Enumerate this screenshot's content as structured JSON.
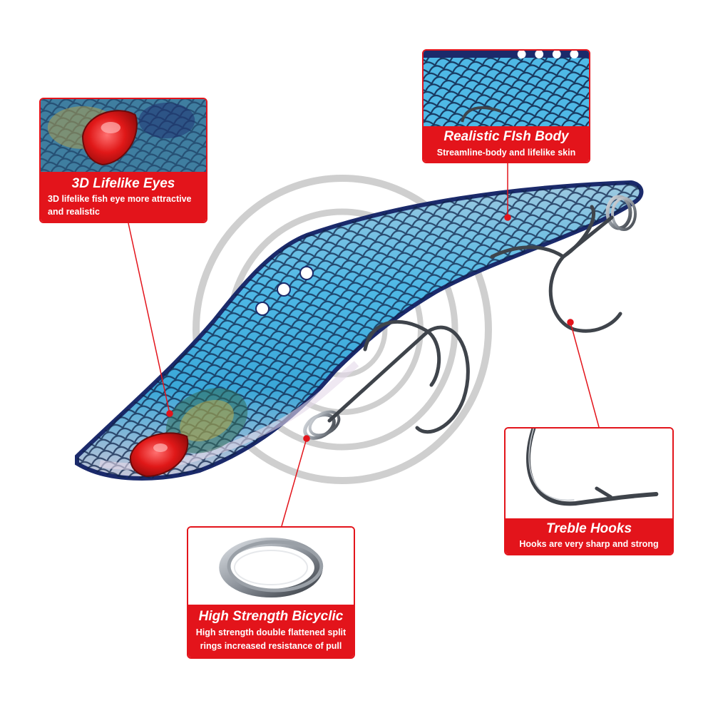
{
  "features": {
    "eyes": {
      "title": "3D Lifelike  Eyes",
      "desc_line1": "3D lifelike fish eye more attractive",
      "desc_line2": "and realistic"
    },
    "body": {
      "title": "Realistic FIsh Body",
      "desc": "Streamline-body and lifelike skin"
    },
    "hooks": {
      "title": "Treble Hooks",
      "desc": "Hooks are very sharp and strong"
    },
    "rings": {
      "title": "High Strength Bicyclic",
      "desc_line1": "High strength double flattened split",
      "desc_line2": "rings increased resistance of pull"
    }
  },
  "colors": {
    "accent_red": "#e3141b",
    "lure_blue": "#3fb2e0",
    "lure_dark": "#1b2a6b",
    "eye_red": "#e01818",
    "steel": "#4a4f57"
  }
}
